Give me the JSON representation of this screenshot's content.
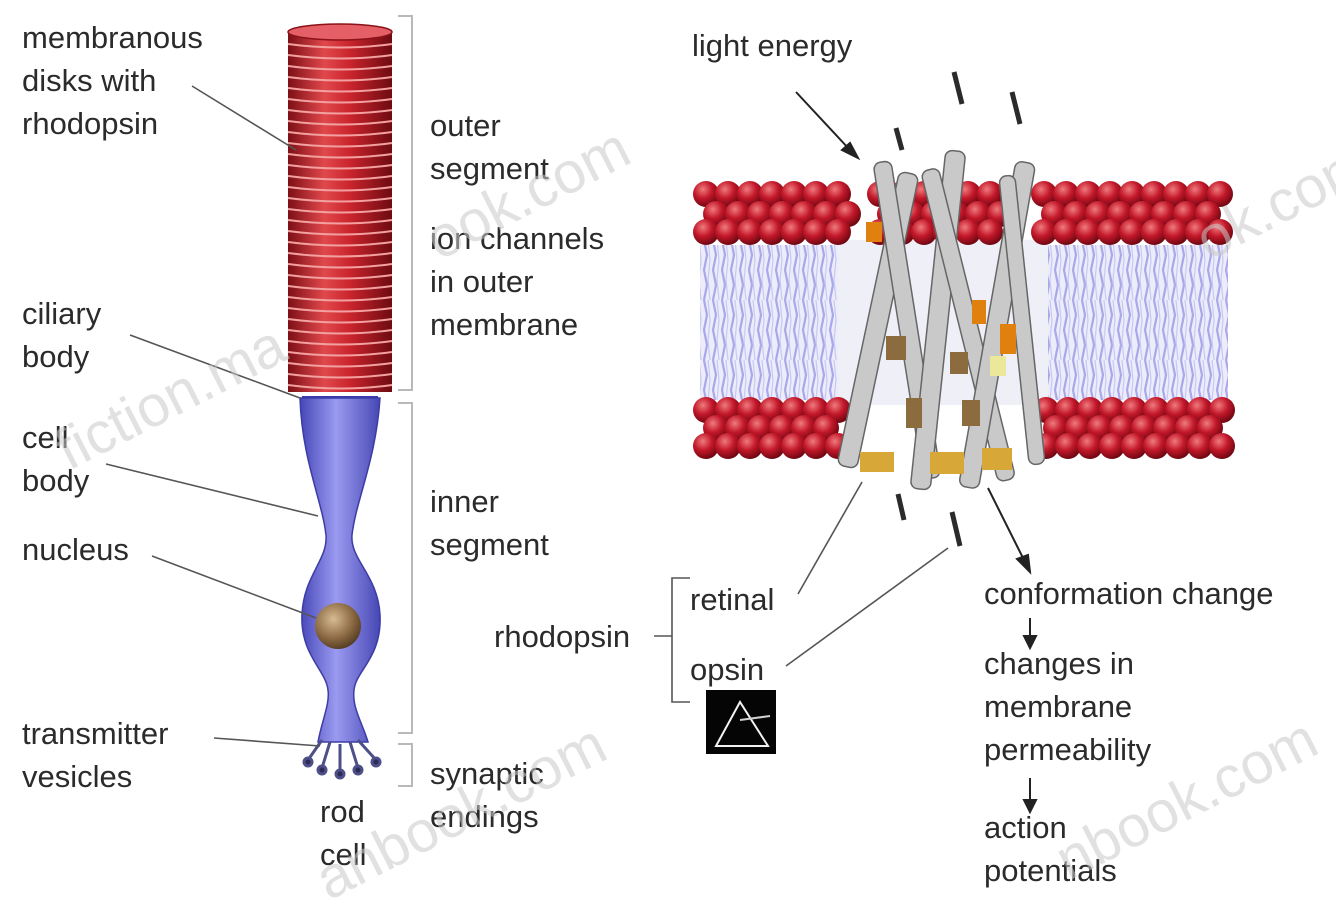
{
  "rod_cell": {
    "callouts": {
      "membranous_disks": [
        "membranous",
        "disks with",
        "rhodopsin"
      ],
      "ciliary_body": [
        "ciliary",
        "body"
      ],
      "cell_body": [
        "cell",
        "body"
      ],
      "nucleus": [
        "nucleus"
      ],
      "transmitter_vesicles": [
        "transmitter",
        "vesicles"
      ],
      "rod_cell": [
        "rod",
        "cell"
      ]
    },
    "segments": {
      "outer_segment": [
        "outer",
        "segment"
      ],
      "ion_channels": [
        "ion channels",
        "in outer",
        "membrane"
      ],
      "inner_segment": [
        "inner",
        "segment"
      ],
      "synaptic_endings": [
        "synaptic",
        "endings"
      ]
    }
  },
  "membrane": {
    "light_energy": "light energy",
    "rhodopsin": "rhodopsin",
    "retinal": "retinal",
    "opsin": "opsin",
    "cascade": {
      "conformation_change": "conformation change",
      "membrane_permeability": [
        "changes in",
        "membrane",
        "permeability"
      ],
      "action_potentials": [
        "action",
        "potentials"
      ]
    }
  },
  "watermark": [
    "fiction.ma",
    "ook.com",
    "ok.com",
    "anbook.com",
    "nbook.com"
  ],
  "colors": {
    "disk_red": "#c0232b",
    "cell_body_blue": "#6f6ee0",
    "nucleus_brown": "#8a6a44",
    "phospholipid_head": "#c3182a",
    "lipid_tail": "#b9b8ef",
    "label_text": "#2b2b2b"
  }
}
